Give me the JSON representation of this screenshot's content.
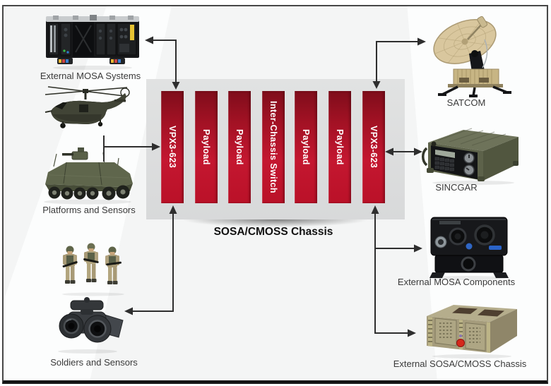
{
  "diagram": {
    "chassis": {
      "label": "SOSA/CMOSS Chassis",
      "cards": [
        {
          "label": "VPX3-623"
        },
        {
          "label": "Payload"
        },
        {
          "label": "Payload"
        },
        {
          "label": "Inter-Chassis Switch"
        },
        {
          "label": "Payload"
        },
        {
          "label": "Payload"
        },
        {
          "label": "VPX3-623"
        }
      ]
    },
    "nodes": [
      {
        "id": "external-mosa-systems",
        "label": "External MOSA Systems",
        "side": "left",
        "image": "rugged-rack-electronics"
      },
      {
        "id": "platforms-and-sensors",
        "label": "Platforms and Sensors",
        "side": "left",
        "image": "helicopter-and-armored-vehicle"
      },
      {
        "id": "soldiers-and-sensors",
        "label": "Soldiers and Sensors",
        "side": "left",
        "image": "soldiers-and-night-vision-goggles"
      },
      {
        "id": "satcom",
        "label": "SATCOM",
        "side": "right",
        "image": "satellite-dish-terminal"
      },
      {
        "id": "sincgar",
        "label": "SINCGAR",
        "side": "right",
        "image": "military-manpack-radio"
      },
      {
        "id": "external-mosa-components",
        "label": "External MOSA Components",
        "side": "right",
        "image": "black-connector-box"
      },
      {
        "id": "external-sosa-cmoss-chassis",
        "label": "External SOSA/CMOSS Chassis",
        "side": "right",
        "image": "rugged-tan-chassis"
      }
    ],
    "connections": [
      {
        "from": "external-mosa-systems",
        "to": "left-vpx3-623-card",
        "arrows": "both"
      },
      {
        "from": "platforms-and-sensors",
        "to": "left-vpx3-623-card",
        "arrows": "to-chassis"
      },
      {
        "from": "soldiers-and-sensors",
        "to": "left-vpx3-623-card",
        "arrows": "both"
      },
      {
        "from": "satcom",
        "to": "right-vpx3-623-card",
        "arrows": "both"
      },
      {
        "from": "sincgar",
        "to": "right-vpx3-623-card",
        "arrows": "both"
      },
      {
        "from": "external-mosa-components",
        "to": "right-vpx3-623-card",
        "arrows": "to-device"
      },
      {
        "from": "external-sosa-cmoss-chassis",
        "to": "right-vpx3-623-card",
        "arrows": "both"
      }
    ],
    "colors": {
      "card_red": "#c41730",
      "card_red_dark": "#7f0d1b",
      "chassis_gray": "#d9dadb",
      "connector_line": "#2e2e2e",
      "background": "#f4f5f5"
    }
  }
}
